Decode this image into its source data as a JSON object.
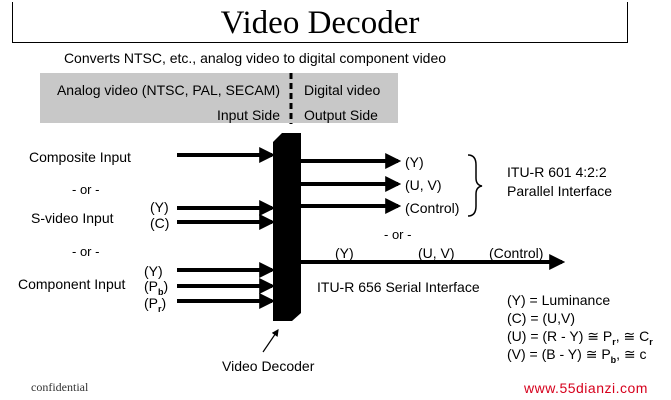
{
  "title": "Video Decoder",
  "subtitle": "Converts NTSC, etc., analog video to digital component video",
  "band": {
    "analog_label": "Analog video (NTSC, PAL, SECAM)",
    "input_side": "Input Side",
    "digital_label": "Digital video",
    "output_side": "Output Side"
  },
  "inputs": {
    "composite": "Composite Input",
    "or1": "- or -",
    "svideo": "S-video Input",
    "svideo_y": "(Y)",
    "svideo_c": "(C)",
    "or2": "- or -",
    "component": "Component Input",
    "comp_y": "(Y)",
    "comp_pb_open": "(P",
    "comp_pb_sub": "b",
    "comp_pb_close": ")",
    "comp_pr_open": "(P",
    "comp_pr_sub": "r",
    "comp_pr_close": ")"
  },
  "parallel": {
    "out_y": "(Y)",
    "out_uv": "(U, V)",
    "out_control": "(Control)",
    "itu601_line1": "ITU-R 601 4:2:2",
    "itu601_line2": "Parallel Interface",
    "or3": "- or -"
  },
  "serial": {
    "y": "(Y)",
    "uv": "(U, V)",
    "control": "(Control)",
    "itu656": "ITU-R 656 Serial Interface"
  },
  "decoder_label": "Video Decoder",
  "legend": {
    "l1": "(Y) = Luminance",
    "l2": "(C) = (U,V)",
    "l3a": "(U) = (R - Y) ≅ P",
    "l3sub": "r",
    "l3b": ", ≅ C",
    "l3sub2": "r",
    "l4a": "(V) = (B - Y) ≅ P",
    "l4sub": "b",
    "l4b": ", ≅ c"
  },
  "footer": {
    "confidential": "confidential",
    "watermark": "www.55dianzi.com"
  }
}
